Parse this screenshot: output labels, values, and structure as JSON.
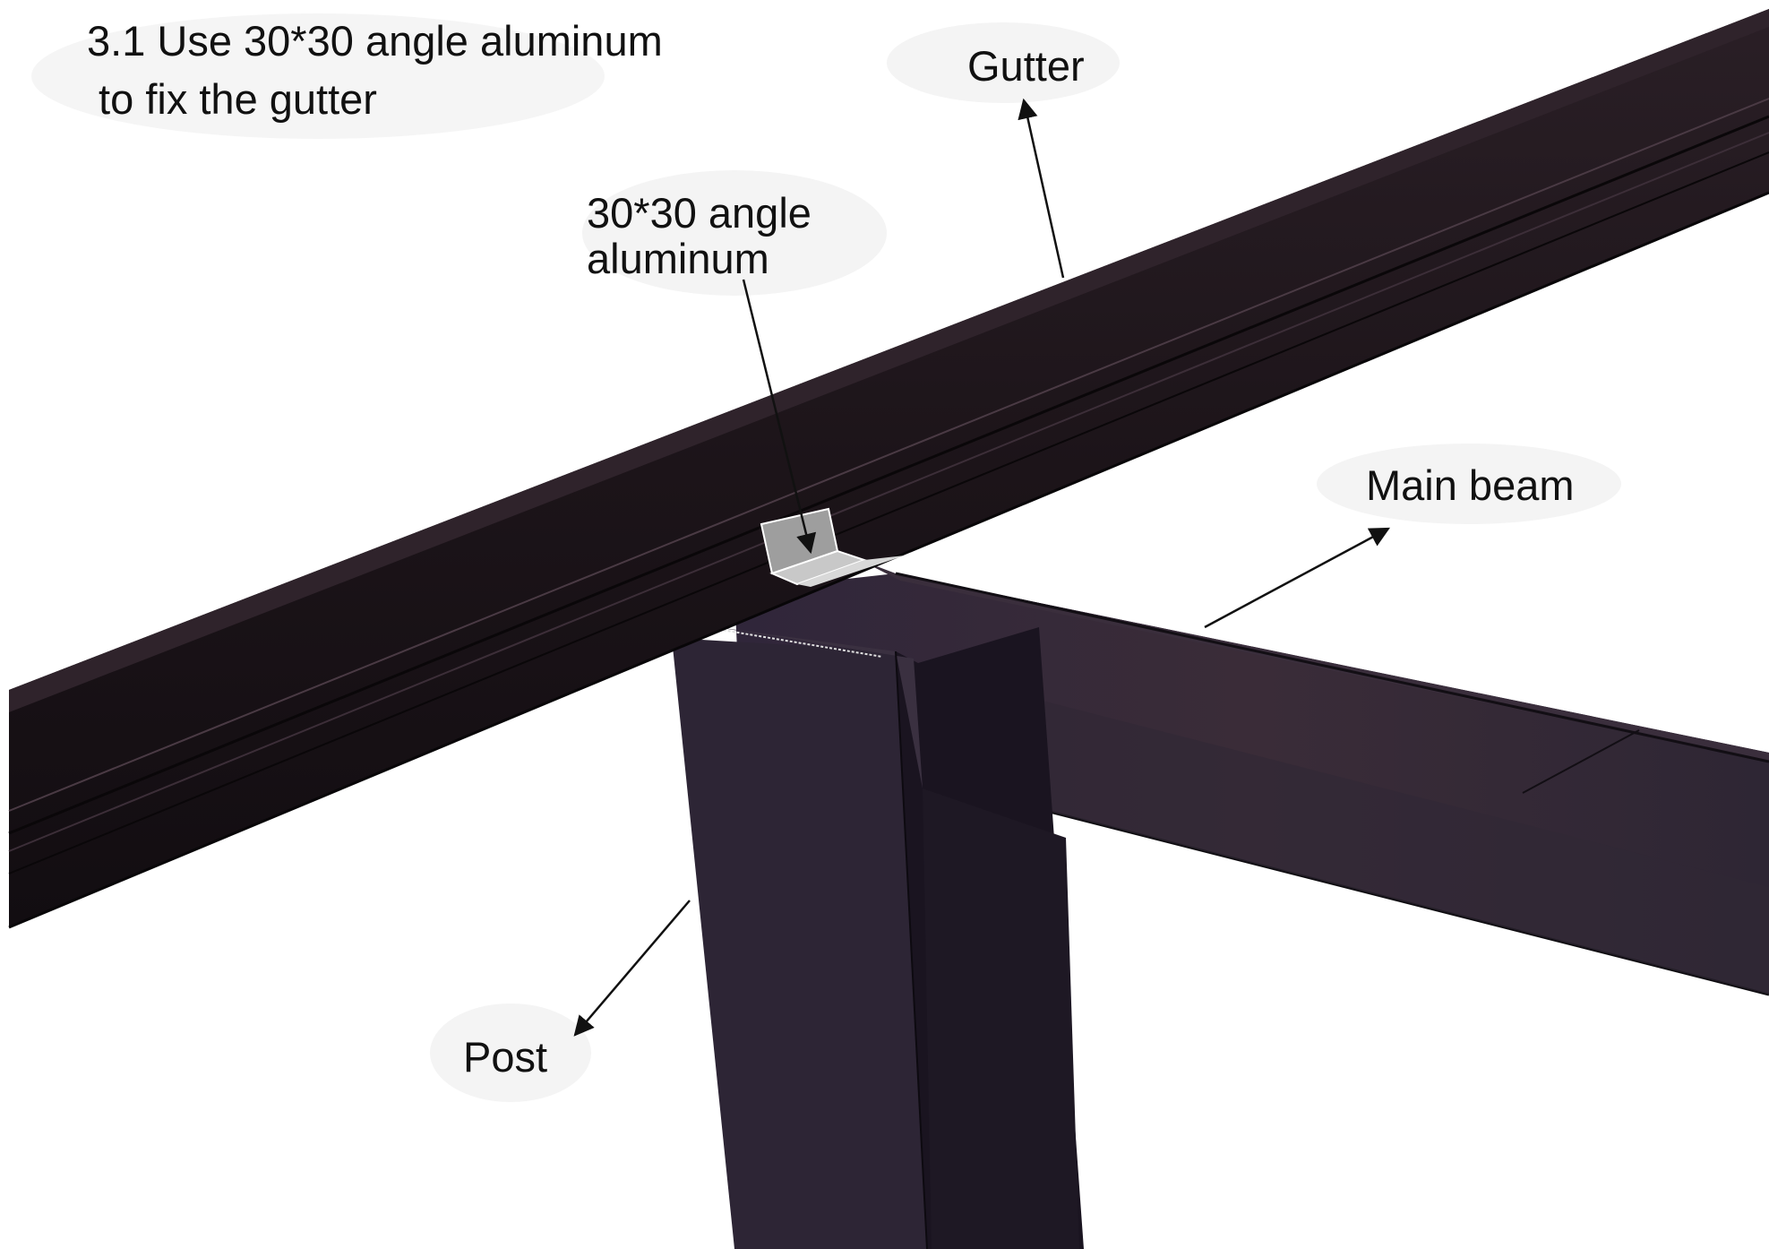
{
  "instruction": {
    "line1": "3.1 Use 30*30 angle aluminum",
    "line2": " to fix the gutter"
  },
  "callouts": {
    "gutter": "Gutter",
    "angle_line1": "30*30 angle",
    "angle_line2": "aluminum",
    "main_beam": "Main beam",
    "post": "Post"
  },
  "colors": {
    "gutter_body": "#1f161c",
    "gutter_highlight": "#3a2a32",
    "beam_top": "#2a1f2a",
    "beam_side": "#352a3a",
    "post_front": "#2e2535",
    "post_side": "#1a141c",
    "bracket": "#9a9a9a",
    "label_bg": "#f4f4f4",
    "text": "#111111"
  }
}
